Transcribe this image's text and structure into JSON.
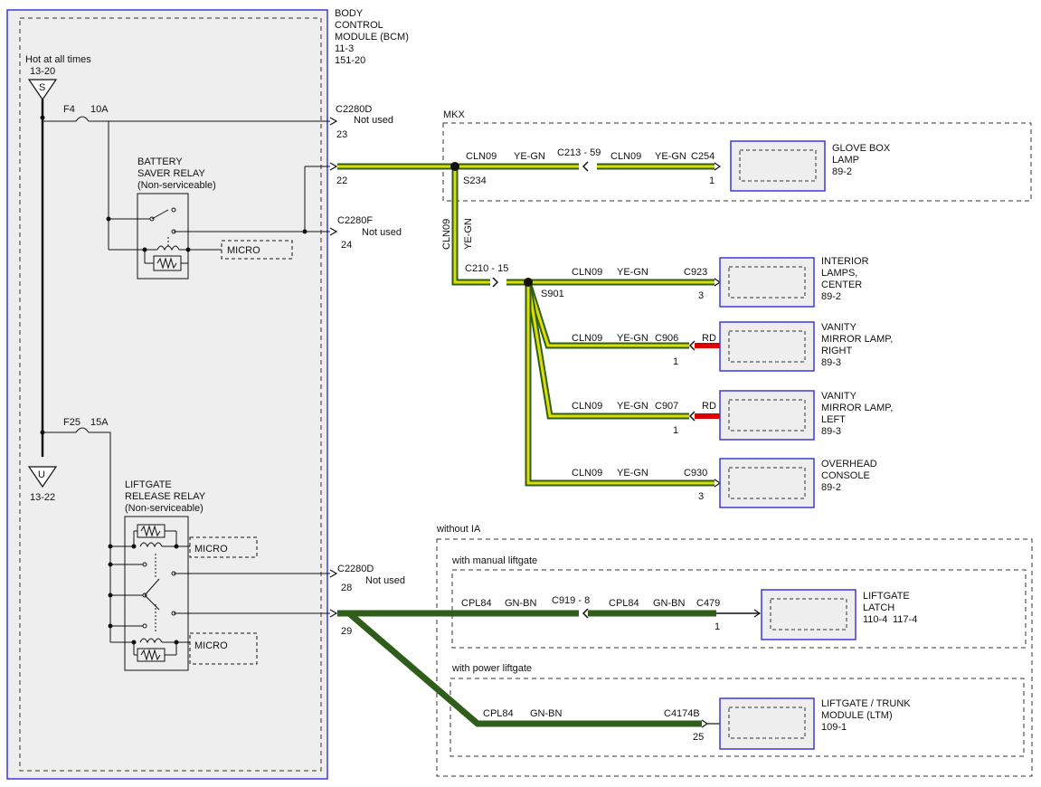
{
  "colors": {
    "module_fill": "#eeeeee",
    "module_border": "#3b3bd6",
    "wire_yellow": "#dede00",
    "wire_green": "#2e5e1a",
    "wire_red": "#dd0000",
    "line": "#111111",
    "dash": "#333333"
  },
  "bcm": {
    "title": [
      "BODY",
      "CONTROL",
      "MODULE (BCM)",
      "11-3",
      "151-20"
    ]
  },
  "power": {
    "hot_label": "Hot at all times",
    "s_ref": "13-20",
    "s_letter": "S",
    "u_letter": "U",
    "u_ref": "13-22",
    "f4": "F4",
    "f4_amp": "10A",
    "f25": "F25",
    "f25_amp": "15A"
  },
  "battery_relay": {
    "title": [
      "BATTERY",
      "SAVER RELAY",
      "(Non-serviceable)"
    ],
    "micro": "MICRO"
  },
  "liftgate_relay": {
    "title": [
      "LIFTGATE",
      "RELEASE RELAY",
      "(Non-serviceable)"
    ],
    "micro1": "MICRO",
    "micro2": "MICRO"
  },
  "bcm_pins": {
    "c2280d_top": "C2280D",
    "not_used_top": "Not used",
    "pin23": "23",
    "pin22": "22",
    "c2280f": "C2280F",
    "not_used_f": "Not used",
    "pin24": "24",
    "c2280d_bot": "C2280D",
    "not_used_bot": "Not used",
    "pin28": "28",
    "pin29": "29"
  },
  "mkx": {
    "label": "MKX",
    "splice": "S234",
    "w1_cir": "CLN09",
    "w1_col": "YE-GN",
    "inline": "C213 - 59",
    "w2_cir": "CLN09",
    "w2_col": "YE-GN",
    "conn": "C254",
    "pin": "1",
    "dev": [
      "GLOVE BOX",
      "LAMP",
      "89-2"
    ]
  },
  "vertical": {
    "cir": "CLN09",
    "col": "YE-GN",
    "inline": "C210 - 15",
    "splice": "S901"
  },
  "loads": [
    {
      "cir": "CLN09",
      "col": "YE-GN",
      "conn": "C923",
      "pin": "3",
      "lead": "",
      "dev": [
        "INTERIOR",
        "LAMPS,",
        "CENTER",
        "89-2"
      ]
    },
    {
      "cir": "CLN09",
      "col": "YE-GN",
      "conn": "C906",
      "pin": "1",
      "lead": "RD",
      "dev": [
        "VANITY",
        "MIRROR LAMP,",
        "RIGHT",
        "89-3"
      ]
    },
    {
      "cir": "CLN09",
      "col": "YE-GN",
      "conn": "C907",
      "pin": "1",
      "lead": "RD",
      "dev": [
        "VANITY",
        "MIRROR LAMP,",
        "LEFT",
        "89-3"
      ]
    },
    {
      "cir": "CLN09",
      "col": "YE-GN",
      "conn": "C930",
      "pin": "3",
      "lead": "",
      "dev": [
        "OVERHEAD",
        "CONSOLE",
        "89-2"
      ]
    }
  ],
  "without_ia": {
    "label": "without IA",
    "manual_label": "with manual liftgate",
    "m_cir1": "CPL84",
    "m_col1": "GN-BN",
    "m_inline": "C919 - 8",
    "m_cir2": "CPL84",
    "m_col2": "GN-BN",
    "m_conn": "C479",
    "m_pin": "1",
    "m_dev": [
      "LIFTGATE",
      "LATCH"
    ],
    "m_ref1": "110-4",
    "m_ref2": "117-4",
    "power_label": "with power liftgate",
    "p_cir": "CPL84",
    "p_col": "GN-BN",
    "p_conn": "C4174B",
    "p_pin": "25",
    "p_dev": [
      "LIFTGATE / TRUNK",
      "MODULE (LTM)",
      "109-1"
    ]
  }
}
